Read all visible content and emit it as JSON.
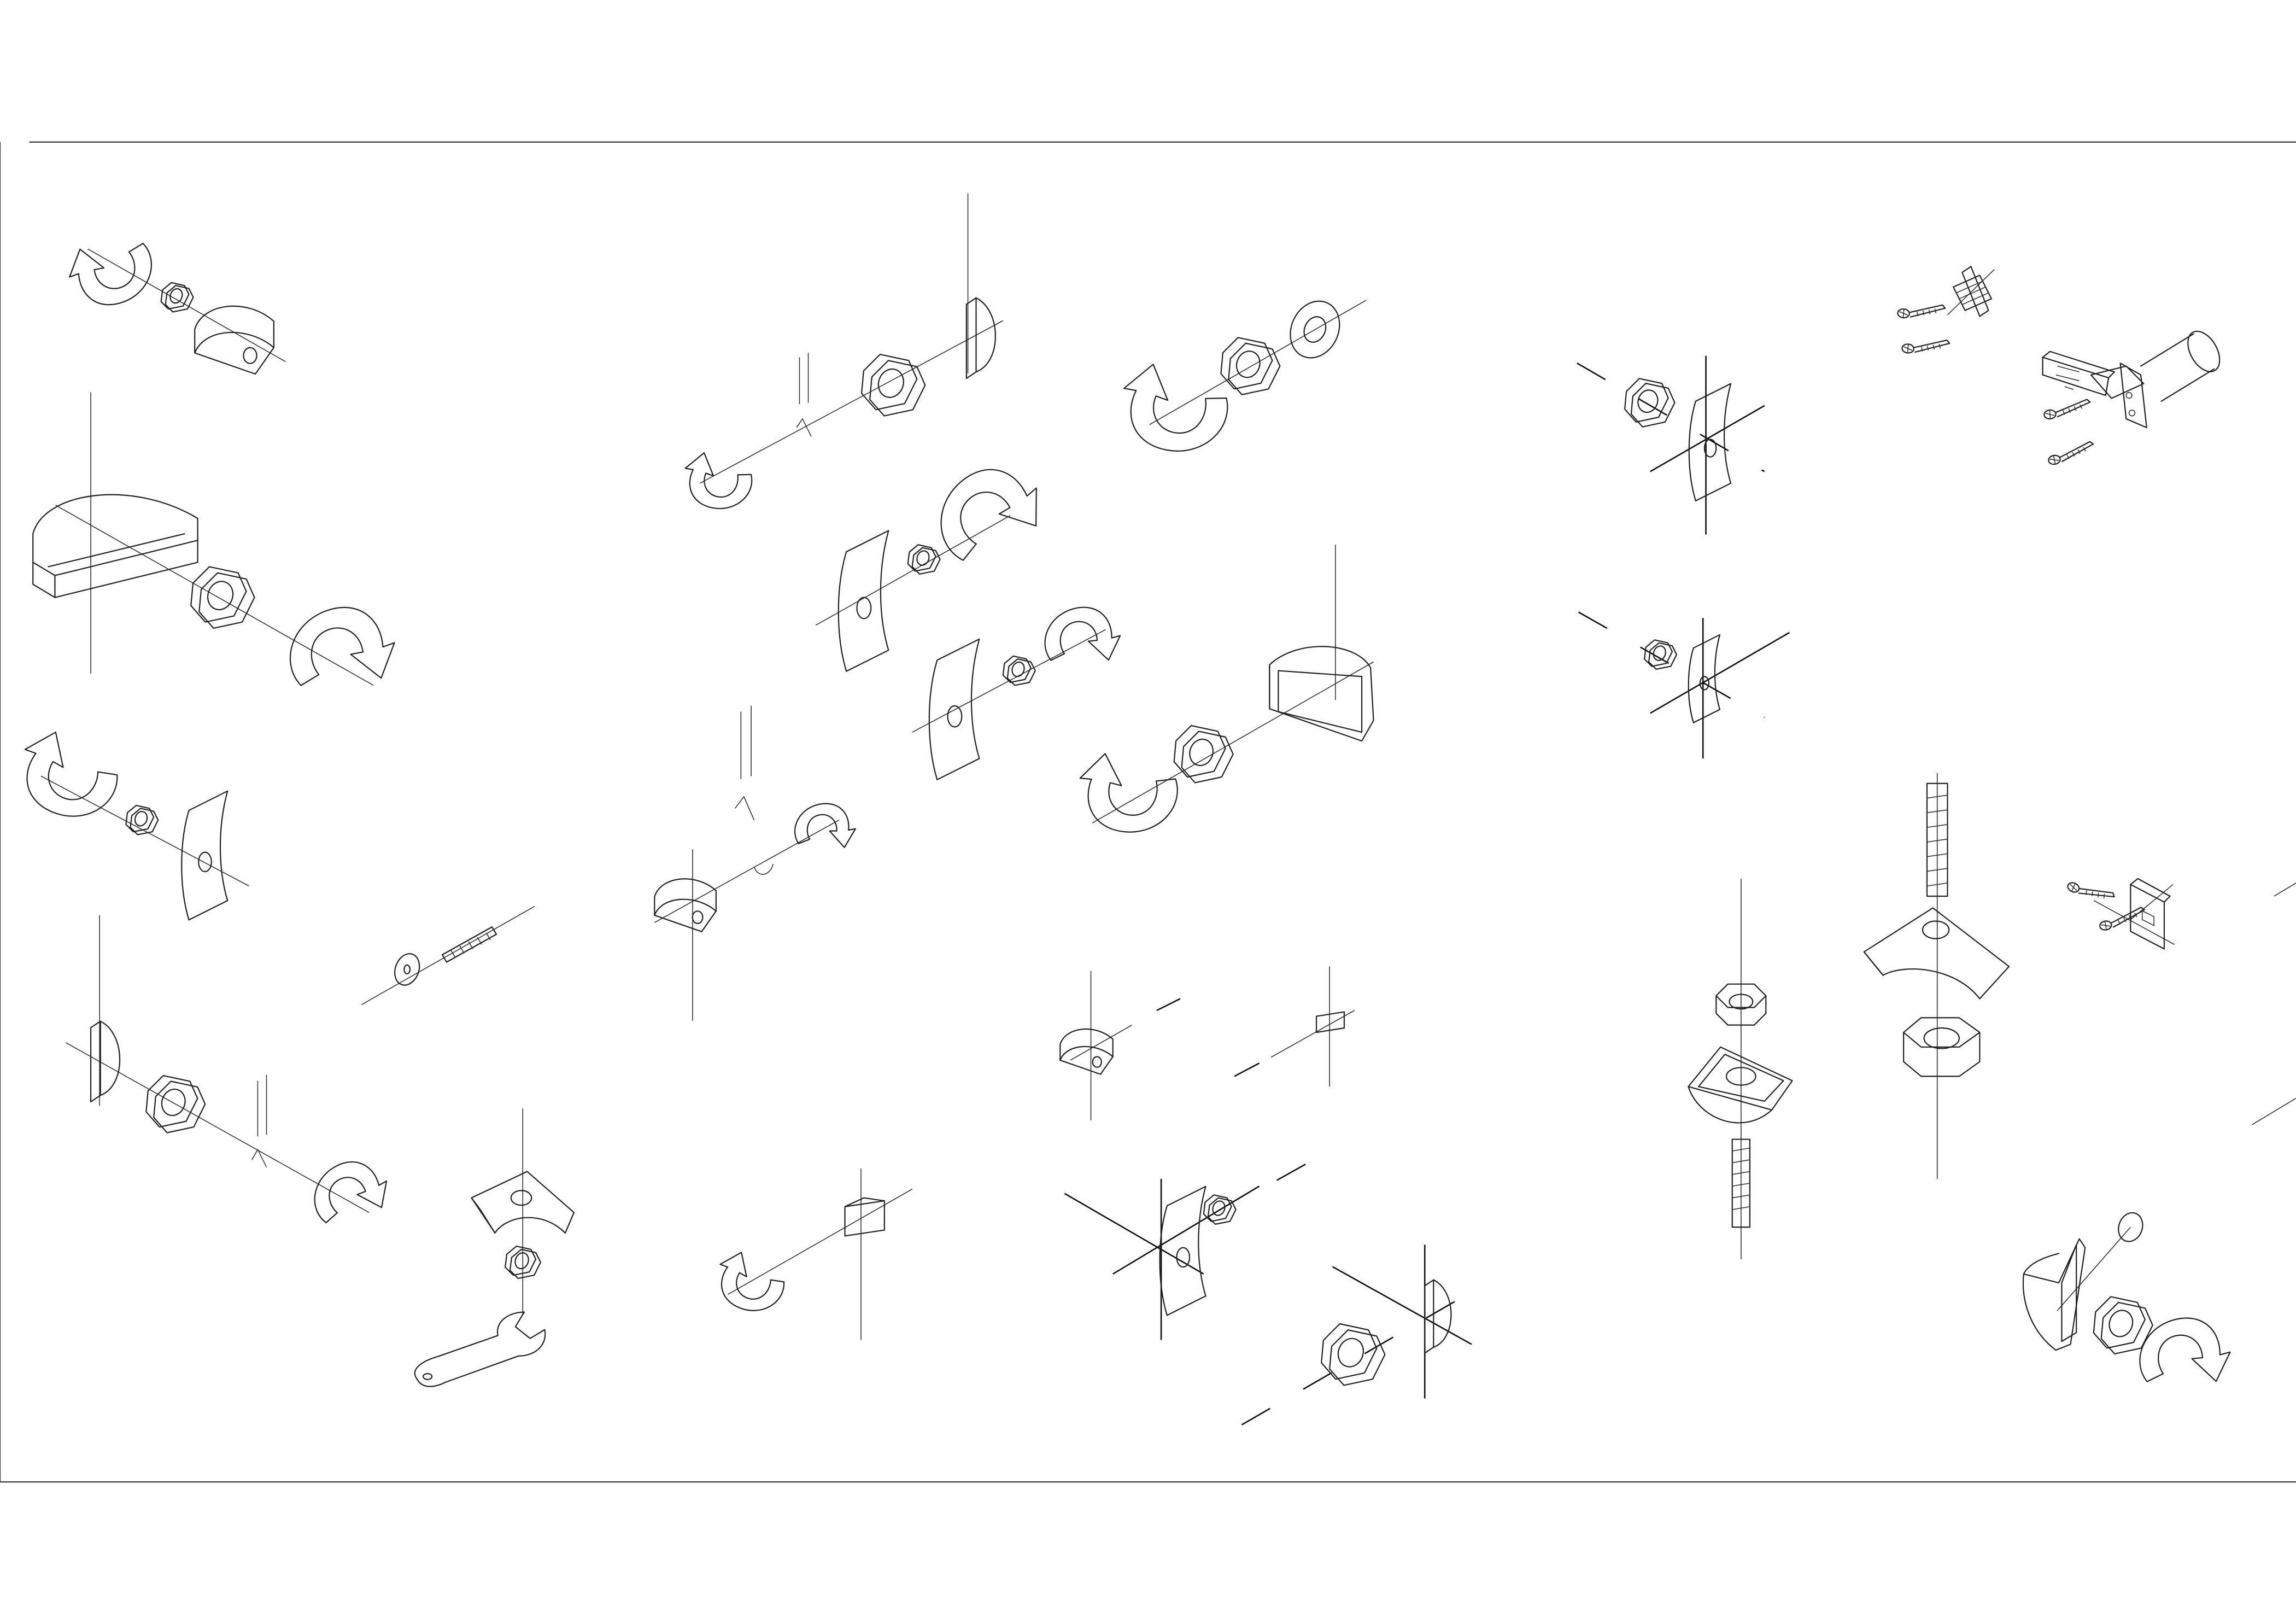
{
  "sheet": {
    "has_frame": true,
    "frame_color": "#444444",
    "line_color": "#222222",
    "background": "#ffffff"
  },
  "components": [
    {
      "name": "hex-nut",
      "icon": "hex-nut-icon"
    },
    {
      "name": "half-moon-bracket",
      "icon": "half-moon-bracket-icon"
    },
    {
      "name": "rotation-arrow",
      "icon": "rotation-arrow-icon"
    },
    {
      "name": "washer",
      "icon": "washer-icon"
    },
    {
      "name": "threaded-rod",
      "icon": "threaded-rod-icon"
    },
    {
      "name": "wrench",
      "icon": "wrench-icon"
    },
    {
      "name": "screw",
      "icon": "screw-icon"
    },
    {
      "name": "hinge-bracket",
      "icon": "hinge-bracket-icon"
    },
    {
      "name": "tube",
      "icon": "tube-icon"
    }
  ]
}
